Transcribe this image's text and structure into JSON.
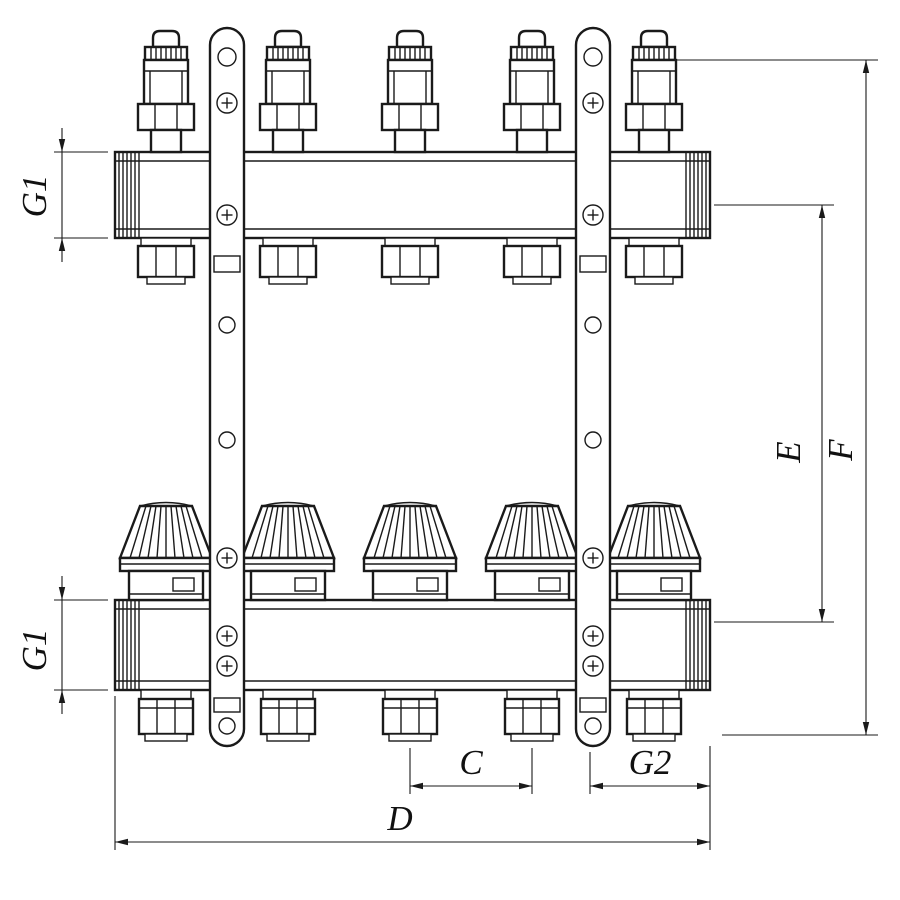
{
  "drawing": {
    "background_color": "#ffffff",
    "line_color": "#1a1a1a",
    "port_count": 5,
    "description": "Technical line drawing of a 5-outlet heating manifold: upper manifold bar with flow-meter valves, lower manifold bar with thermostatic valve heads, two mounting brackets, dimension callouts.",
    "labels": {
      "g1_top": "G1",
      "g1_bottom": "G1",
      "e": "E",
      "f": "F",
      "c": "C",
      "g2": "G2",
      "d": "D"
    }
  }
}
